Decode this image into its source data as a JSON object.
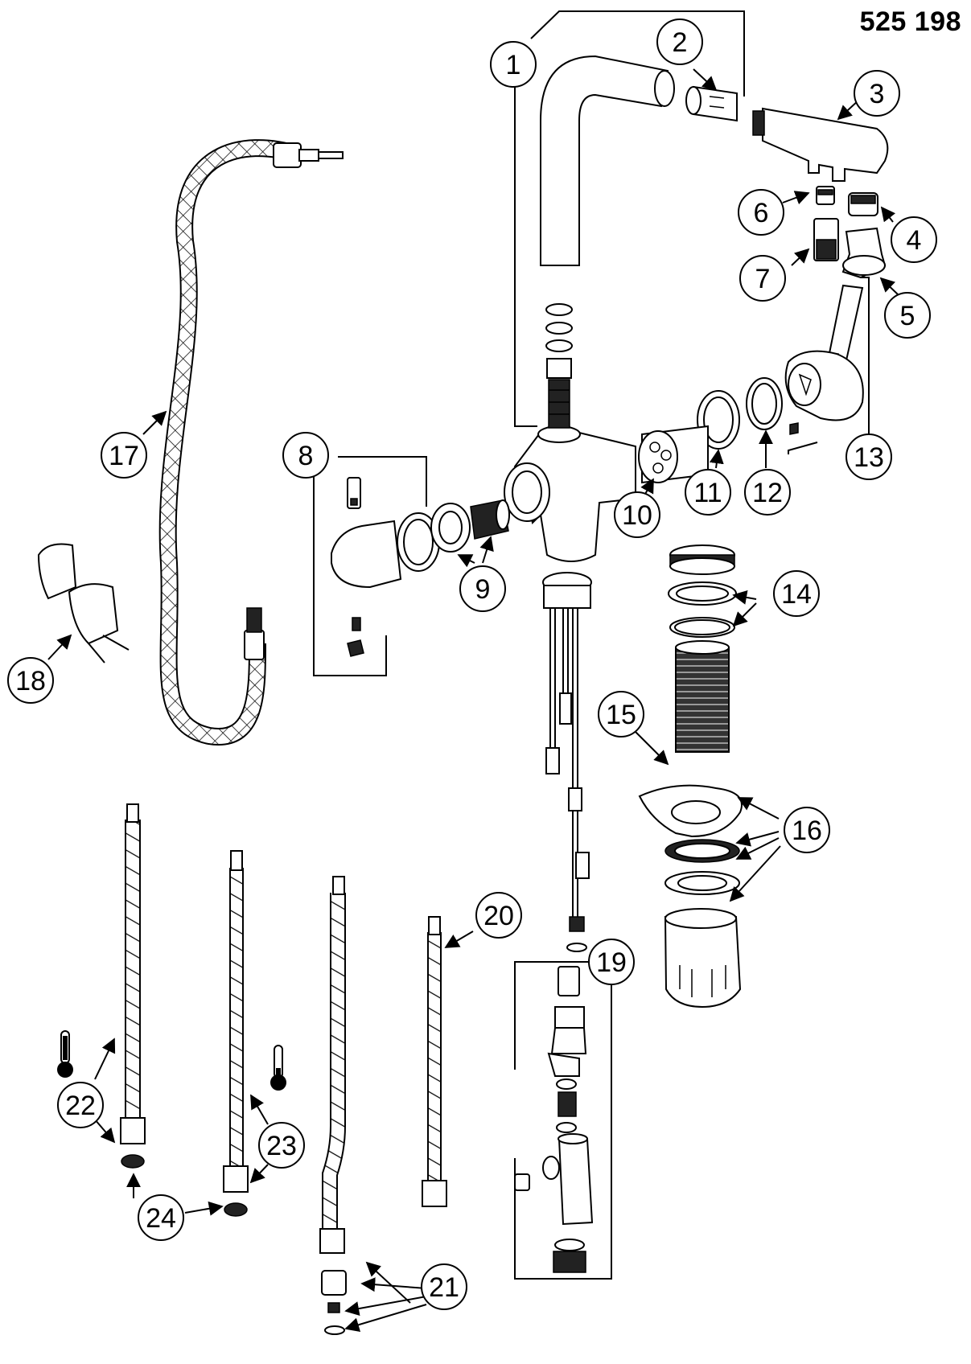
{
  "document": {
    "code": "525 198"
  },
  "callouts": [
    {
      "n": "1"
    },
    {
      "n": "2"
    },
    {
      "n": "3"
    },
    {
      "n": "4"
    },
    {
      "n": "5"
    },
    {
      "n": "6"
    },
    {
      "n": "7"
    },
    {
      "n": "8"
    },
    {
      "n": "9"
    },
    {
      "n": "10"
    },
    {
      "n": "11"
    },
    {
      "n": "12"
    },
    {
      "n": "13"
    },
    {
      "n": "14"
    },
    {
      "n": "15"
    },
    {
      "n": "16"
    },
    {
      "n": "17"
    },
    {
      "n": "18"
    },
    {
      "n": "19"
    },
    {
      "n": "20"
    },
    {
      "n": "21"
    },
    {
      "n": "22"
    },
    {
      "n": "23"
    },
    {
      "n": "24"
    }
  ],
  "icons": [
    "hot-thermometer-icon",
    "cold-thermometer-icon"
  ]
}
